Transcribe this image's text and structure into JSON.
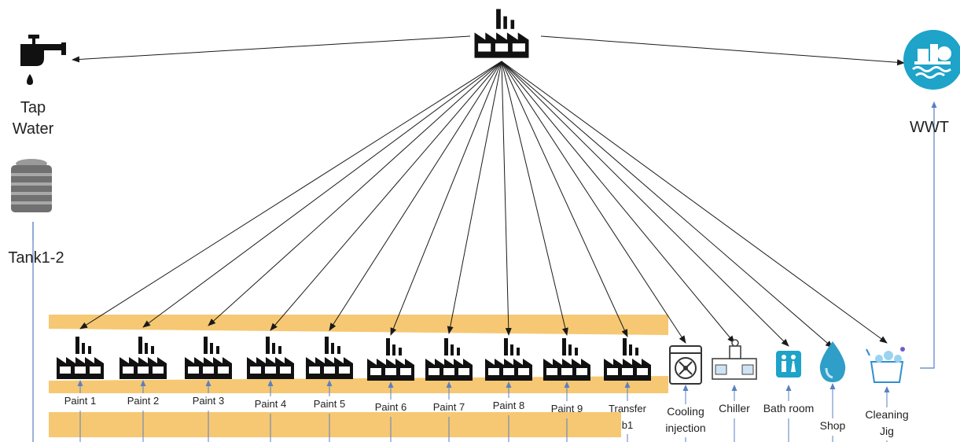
{
  "hub": {
    "icon": "factory-icon"
  },
  "top": {
    "tap": {
      "label_line1": "Tap",
      "label_line2": "Water",
      "icon": "faucet-icon"
    },
    "tank": {
      "label": "Tank1-2",
      "icon": "storage-tank-icon"
    },
    "wwt": {
      "label": "WWT",
      "icon": "wastewater-treatment-icon"
    }
  },
  "units": [
    {
      "label": "Paint 1",
      "icon": "factory-icon"
    },
    {
      "label": "Paint 2",
      "icon": "factory-icon"
    },
    {
      "label": "Paint 3",
      "icon": "factory-icon"
    },
    {
      "label": "Paint 4",
      "icon": "factory-icon"
    },
    {
      "label": "Paint 5",
      "icon": "factory-icon"
    },
    {
      "label": "Paint 6",
      "icon": "factory-icon"
    },
    {
      "label": "Paint 7",
      "icon": "factory-icon"
    },
    {
      "label": "Paint 8",
      "icon": "factory-icon"
    },
    {
      "label": "Paint 9",
      "icon": "factory-icon"
    },
    {
      "label": "Transfer b1",
      "icon": "factory-icon"
    },
    {
      "label": "Cooling injection",
      "icon": "washing-machine-icon"
    },
    {
      "label": "Chiller",
      "icon": "chiller-icon"
    },
    {
      "label": "Bath room",
      "icon": "restroom-icon"
    },
    {
      "label": "Shop",
      "icon": "water-drop-icon"
    },
    {
      "label": "Cleaning Jig",
      "icon": "cleaning-bucket-icon"
    }
  ],
  "colors": {
    "band": "#f6c873",
    "arrow": "#1a1a1a",
    "feed_line": "#5a7fc2",
    "wwt_circle": "#1ea3c9",
    "restroom_bg": "#1ea3c9",
    "drop": "#2f9ec8"
  }
}
